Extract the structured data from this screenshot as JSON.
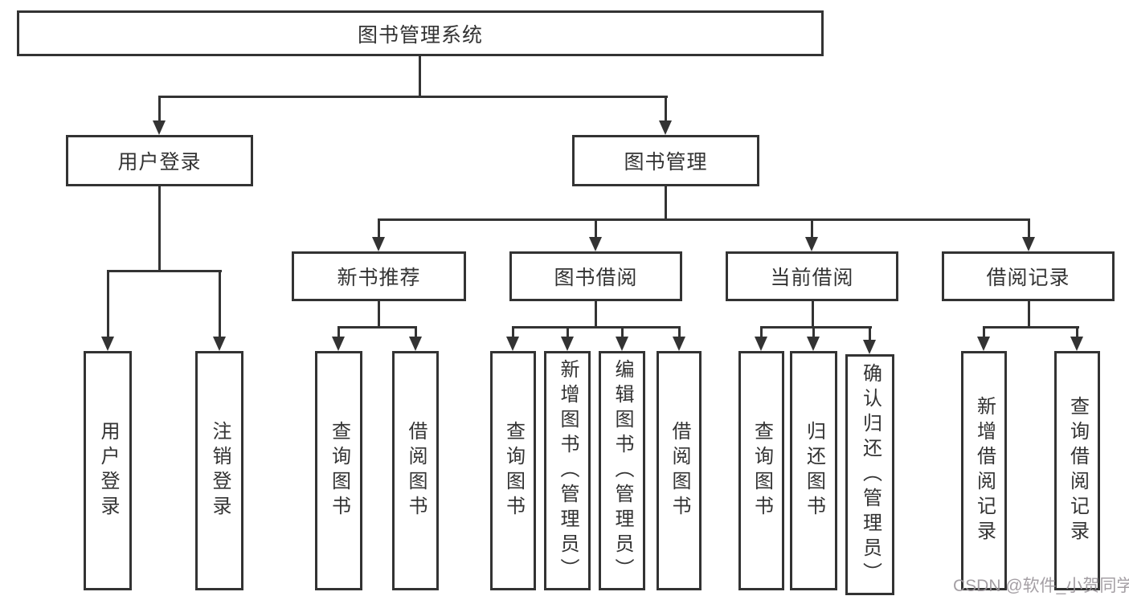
{
  "tree": {
    "root": {
      "label": "图书管理系统"
    },
    "branches": [
      {
        "label": "用户登录",
        "children": [
          {
            "label": "用户登录"
          },
          {
            "label": "注销登录"
          }
        ]
      },
      {
        "label": "图书管理",
        "children": [
          {
            "label": "新书推荐",
            "children": [
              {
                "label": "查询图书"
              },
              {
                "label": "借阅图书"
              }
            ]
          },
          {
            "label": "图书借阅",
            "children": [
              {
                "label": "查询图书"
              },
              {
                "label": "新增图书（管理员）"
              },
              {
                "label": "编辑图书（管理员）"
              },
              {
                "label": "借阅图书"
              }
            ]
          },
          {
            "label": "当前借阅",
            "children": [
              {
                "label": "查询图书"
              },
              {
                "label": "归还图书"
              },
              {
                "label": "确认归还（管理员）"
              }
            ]
          },
          {
            "label": "借阅记录",
            "children": [
              {
                "label": "新增借阅记录"
              },
              {
                "label": "查询借阅记录"
              }
            ]
          }
        ]
      }
    ]
  },
  "watermark": {
    "text": "CSDN @软件_小贺同学"
  },
  "colors": {
    "line": "#333333",
    "box_border": "#333333",
    "box_background": "#ffffff",
    "text": "#333333",
    "watermark": "#9b959b",
    "page_background": "#ffffff"
  }
}
